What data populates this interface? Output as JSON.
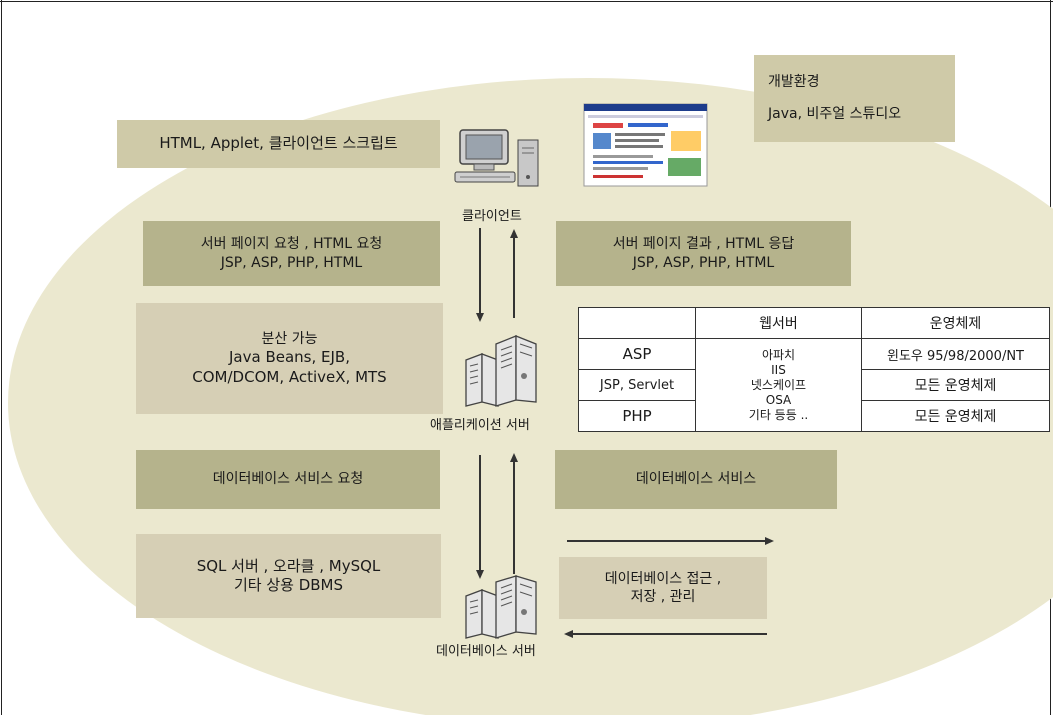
{
  "dev_env": {
    "title": "개발환경",
    "tools": "Java, 비주얼 스튜디오"
  },
  "client": {
    "tech": "HTML, Applet, 클라이언트 스크립트",
    "label": "클라이언트"
  },
  "request": {
    "line1": "서버 페이지 요청 , HTML 요청",
    "line2": "JSP, ASP, PHP, HTML"
  },
  "response": {
    "line1": "서버 페이지 결과 , HTML 응답",
    "line2": "JSP, ASP, PHP, HTML"
  },
  "distributed": {
    "line1": "분산 가능",
    "line2": "Java Beans, EJB,",
    "line3": "COM/DCOM, ActiveX, MTS"
  },
  "app_server": {
    "label": "애플리케이션 서버"
  },
  "os_table": {
    "header_web": "웹서버",
    "header_os": "운영체제",
    "rows": [
      {
        "lang": "ASP",
        "os": "윈도우 95/98/2000/NT"
      },
      {
        "lang": "JSP, Servlet",
        "os": "모든 운영체제"
      },
      {
        "lang": "PHP",
        "os": "모든 운영체제"
      }
    ],
    "web_servers": [
      "아파치",
      "IIS",
      "넷스케이프",
      "OSA",
      "기타 등등 .."
    ]
  },
  "db_request": "데이터베이스 서비스 요청",
  "db_service": "데이터베이스 서비스",
  "dbms": {
    "line1": "SQL 서버 , 오라클 , MySQL",
    "line2": "기타 상용 DBMS"
  },
  "db_access": {
    "line1": "데이터베이스 접근 ,",
    "line2": "저장 , 관리"
  },
  "db_server": {
    "label": "데이터베이스 서버"
  },
  "colors": {
    "ellipse": "#ebe8cf",
    "olive_box": "#b5b38c",
    "tan_box": "#d6cfb5"
  }
}
